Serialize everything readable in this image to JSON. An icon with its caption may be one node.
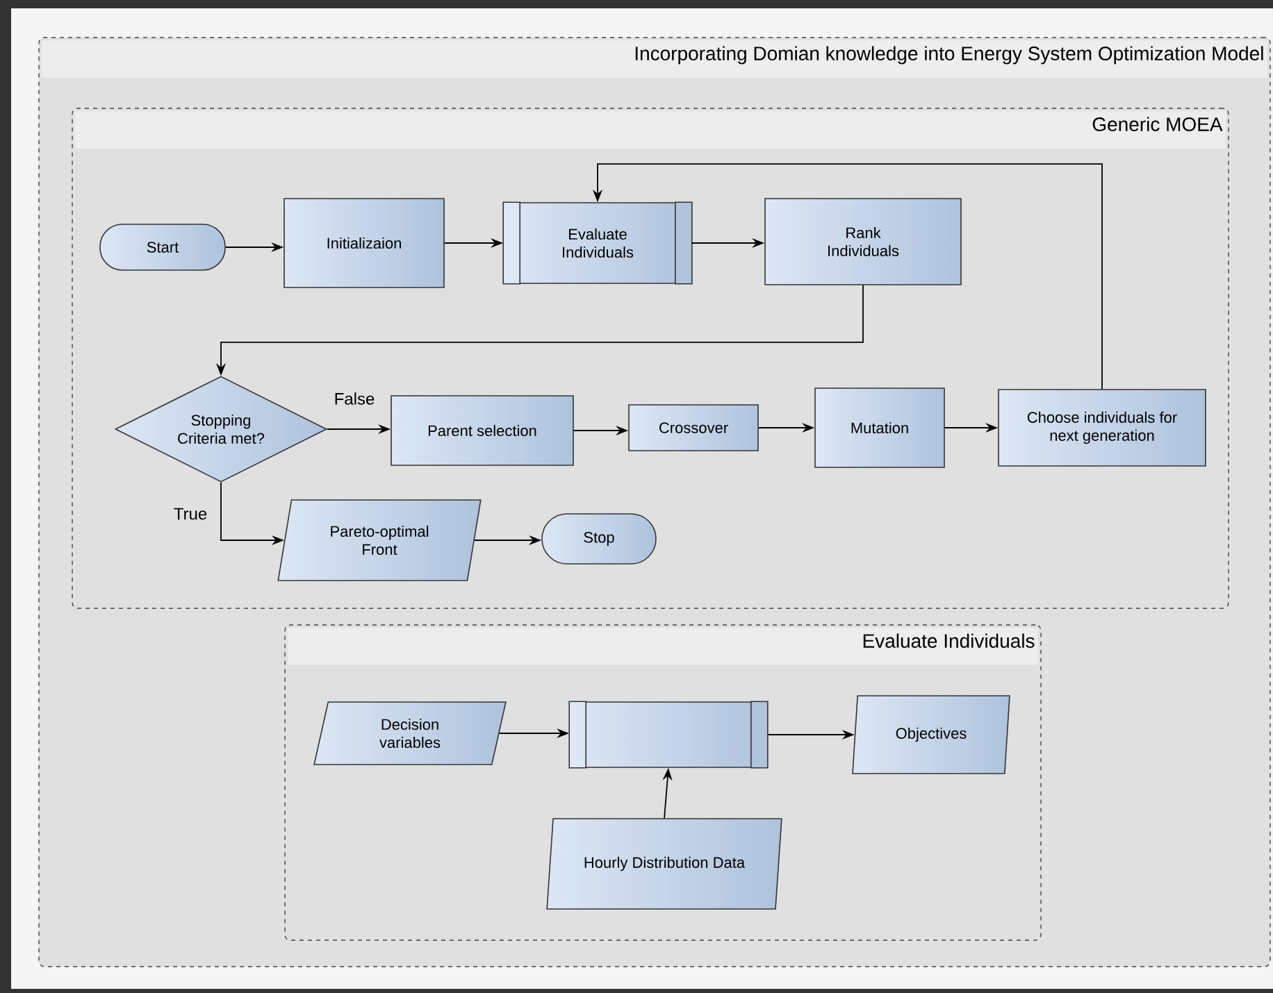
{
  "diagram": {
    "nodes": [
      {
        "text": [
          "Incorporating Domian knowledge into Energy System Optimization Model"
        ]
      },
      {
        "text": [
          "Generic MOEA"
        ],
        "in": 0
      },
      {
        "text": [
          "Start"
        ],
        "in": 1
      },
      {
        "text": [
          "Initializaion"
        ],
        "in": 1
      },
      {
        "text": [
          "Evaluate Individuals"
        ],
        "in": 1
      },
      {
        "text": [
          "Rank Individuals"
        ],
        "in": 1
      },
      {
        "text": [
          "Stopping Criteria met?"
        ],
        "in": 1
      },
      {
        "text": [
          "Parent selection"
        ],
        "in": 1
      },
      {
        "text": [
          "Crossover"
        ],
        "in": 1
      },
      {
        "text": [
          "Mutation"
        ],
        "in": 1
      },
      {
        "text": [
          "Choose individuals for next generation"
        ],
        "in": 1
      },
      {
        "text": [
          "Pareto-optimal Front"
        ],
        "in": 1
      },
      {
        "text": [
          "Stop"
        ],
        "in": 1
      },
      {
        "text": [
          "Evaluate Individuals"
        ],
        "in": 0
      },
      {
        "text": [
          "Decision variables"
        ],
        "in": 13
      },
      {
        "text": [],
        "shape": "box",
        "in": 13
      },
      {
        "text": [
          "Objectives"
        ],
        "in": 13
      },
      {
        "text": [
          "Hourly Distribution Data"
        ],
        "in": 13
      }
    ],
    "edges": [
      {
        "from": 2,
        "to": 3,
        "arrow": "to"
      },
      {
        "from": 3,
        "to": 4,
        "arrow": "to"
      },
      {
        "from": 4,
        "to": 5,
        "arrow": "to"
      },
      {
        "from": 5,
        "to": 6,
        "arrow": "to"
      },
      {
        "from": 6,
        "to": 7,
        "arrow": "to",
        "label": "False"
      },
      {
        "from": 7,
        "to": 8,
        "arrow": "to"
      },
      {
        "from": 8,
        "to": 9,
        "arrow": "to"
      },
      {
        "from": 9,
        "to": 10,
        "arrow": "to"
      },
      {
        "from": 10,
        "to": 4,
        "arrow": "to"
      },
      {
        "from": 6,
        "to": 11,
        "arrow": "to",
        "label": "True"
      },
      {
        "from": 11,
        "to": 12,
        "arrow": "to"
      },
      {
        "from": 14,
        "to": 15,
        "arrow": "to"
      },
      {
        "from": 15,
        "to": 16,
        "arrow": "to"
      },
      {
        "from": 17,
        "to": 15,
        "arrow": "to"
      }
    ]
  }
}
